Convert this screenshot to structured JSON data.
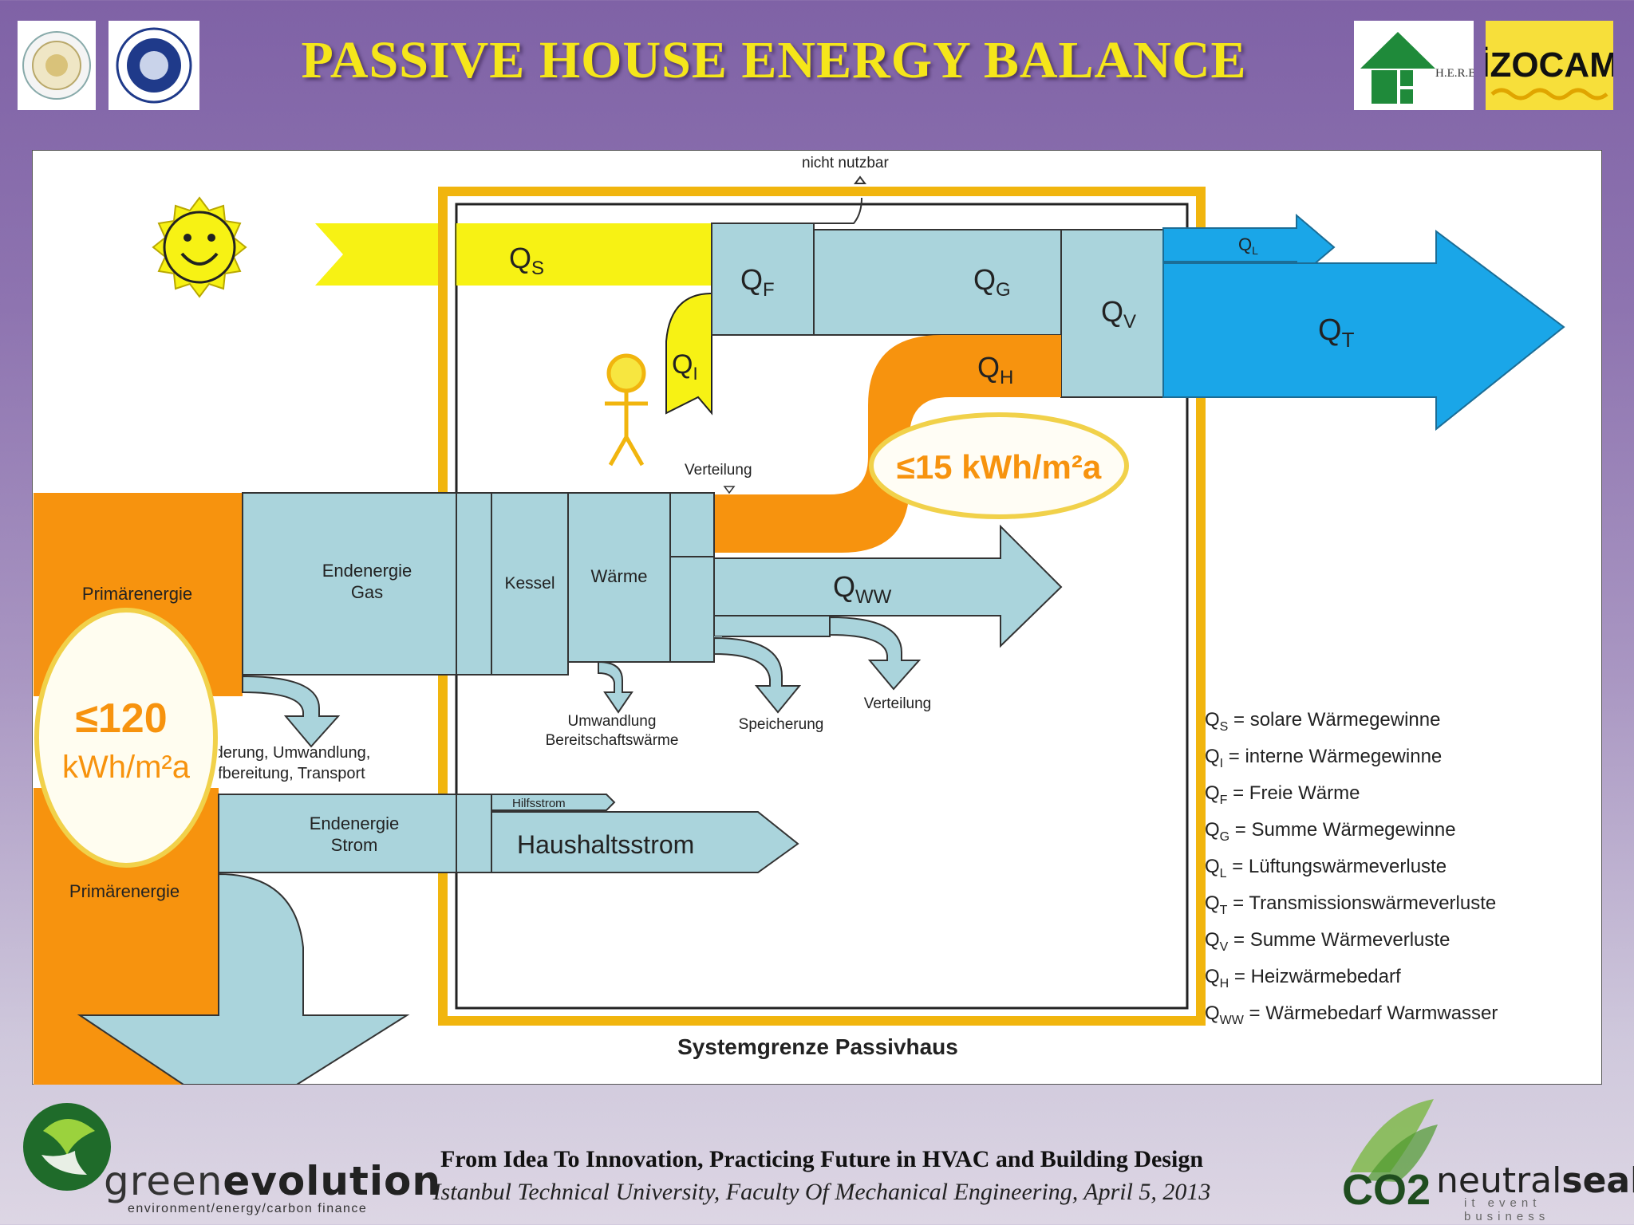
{
  "header": {
    "title": "PASSIVE HOUSE ENERGY BALANCE",
    "logos": {
      "herb": "H.E.R.B.",
      "izocam": "İZOCAM"
    }
  },
  "diagram": {
    "labels": {
      "nicht_nutzbar": "nicht nutzbar",
      "qs": "Q",
      "qs_sub": "S",
      "qf": "Q",
      "qf_sub": "F",
      "qg": "Q",
      "qg_sub": "G",
      "qv": "Q",
      "qv_sub": "V",
      "ql": "Q",
      "ql_sub": "L",
      "qt": "Q",
      "qt_sub": "T",
      "qi": "Q",
      "qi_sub": "I",
      "qh": "Q",
      "qh_sub": "H",
      "qww": "Q",
      "qww_sub": "WW",
      "heating_limit": "≤15 kWh/m²a",
      "verteilung_top": "Verteilung",
      "primaerenergie_top": "Primärenergie",
      "endenergie_gas_1": "Endenergie",
      "endenergie_gas_2": "Gas",
      "kessel": "Kessel",
      "waerme": "Wärme",
      "primary_limit_1": "≤120",
      "primary_limit_2": "kWh/m²a",
      "foerderung_1": "rderung, Umwandlung,",
      "foerderung_2": "ufbereitung, Transport",
      "umwandlung_1": "Umwandlung",
      "umwandlung_2": "Bereitschaftswärme",
      "speicherung": "Speicherung",
      "verteilung_bottom": "Verteilung",
      "hilfsstrom": "Hilfsstrom",
      "haushaltsstrom": "Haushaltsstrom",
      "endenergie_strom_1": "Endenergie",
      "endenergie_strom_2": "Strom",
      "primaerenergie_bottom": "Primärenergie",
      "systemgrenze": "Systemgrenze Passivhaus"
    },
    "legend": [
      {
        "q": "Q",
        "sub": "S",
        "text": " = solare Wärmegewinne"
      },
      {
        "q": "Q",
        "sub": "I",
        "text": " = interne Wärmegewinne"
      },
      {
        "q": "Q",
        "sub": "F",
        "text": " = Freie Wärme"
      },
      {
        "q": "Q",
        "sub": "G",
        "text": " = Summe Wärmegewinne"
      },
      {
        "q": "Q",
        "sub": "L",
        "text": " = Lüftungswärmeverluste"
      },
      {
        "q": "Q",
        "sub": "T",
        "text": " = Transmissionswärmeverluste"
      },
      {
        "q": "Q",
        "sub": "V",
        "text": " = Summe Wärmeverluste"
      },
      {
        "q": "Q",
        "sub": "H",
        "text": " = Heizwärmebedarf"
      },
      {
        "q": "Q",
        "sub": "WW",
        "text": " = Wärmebedarf Warmwasser"
      }
    ],
    "colors": {
      "yellow": "#f7f214",
      "blue_light": "#aad4dc",
      "blue_strong": "#1aa6e8",
      "orange": "#f7930e",
      "frame": "#f1b50e"
    }
  },
  "footer": {
    "line1": "From Idea To Innovation,  Practicing Future in HVAC and Building Design",
    "line2": "Istanbul Technical University, Faculty Of Mechanical Engineering, April 5, 2013",
    "greenevolution_light": "green",
    "greenevolution_bold": "evolution",
    "greenevolution_tag": "environment/energy/carbon finance",
    "co2": "CO2",
    "neutralseal_light": "neutral",
    "neutralseal_bold": "seal",
    "neutralseal_tag": "it event business"
  }
}
